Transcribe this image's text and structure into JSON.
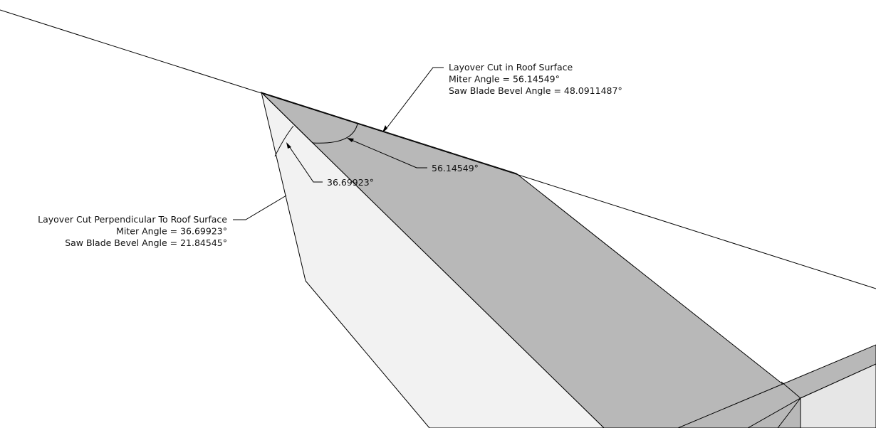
{
  "annotations": {
    "roof_surface": {
      "title": "Layover Cut in Roof Surface",
      "miter": "Miter Angle = 56.14549°",
      "bevel": "Saw Blade Bevel Angle = 48.0911487°"
    },
    "perpendicular": {
      "title": "Layover Cut Perpendicular To Roof Surface",
      "miter": "Miter Angle = 36.69923°",
      "bevel": "Saw Blade Bevel Angle = 21.84545°"
    },
    "angle_roof": "56.14549°",
    "angle_perp": "36.69923°"
  },
  "colors": {
    "roof_face": "#b8b8b8",
    "side_face": "#f2f2f2",
    "right_top": "#b8b8b8",
    "right_side": "#e6e6e6"
  }
}
